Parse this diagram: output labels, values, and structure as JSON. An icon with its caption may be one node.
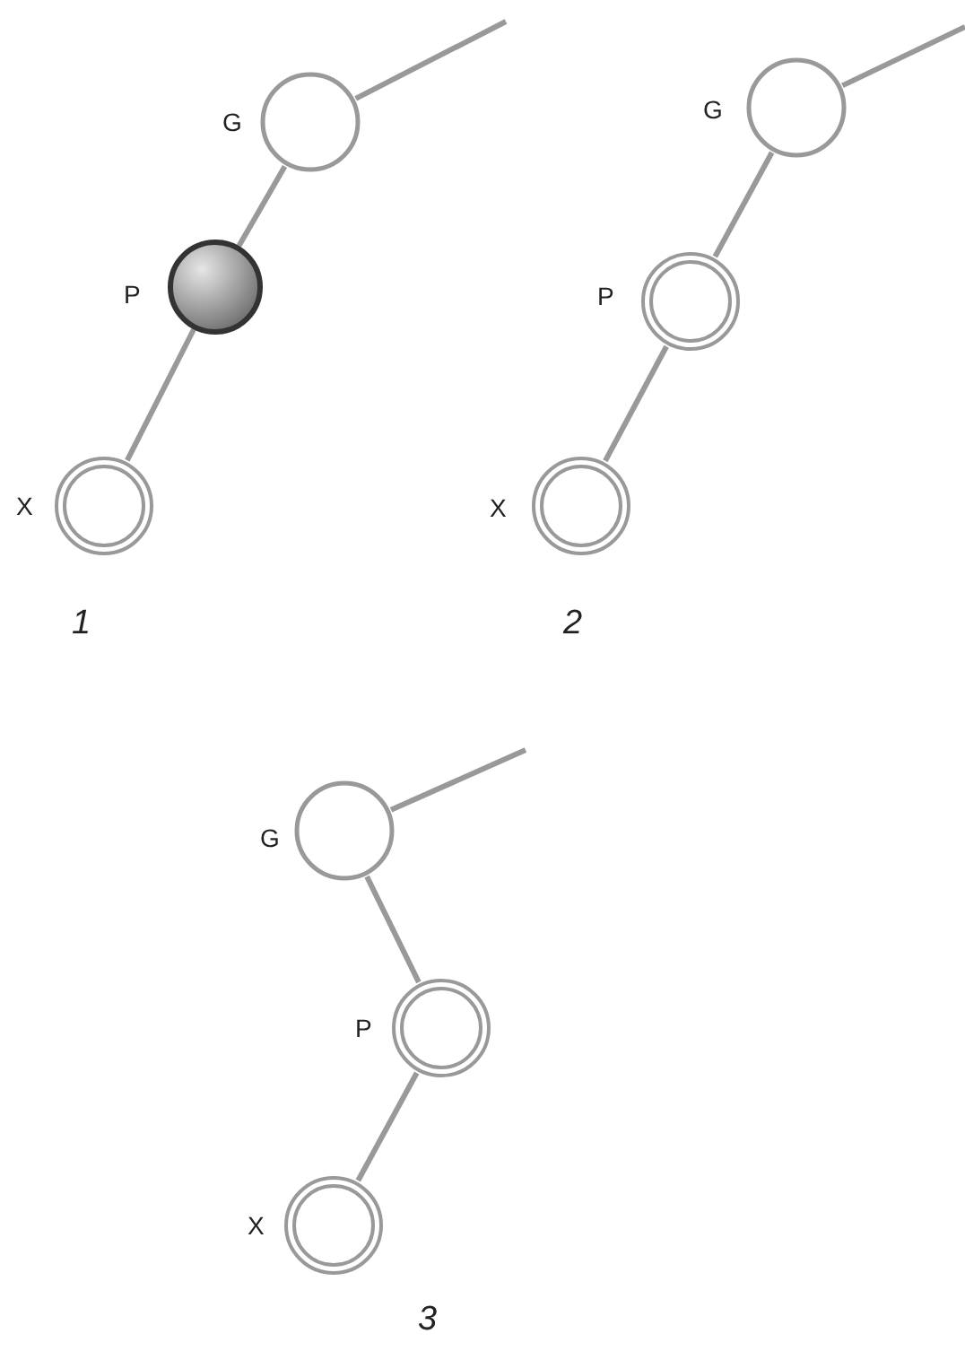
{
  "diagram": {
    "nodes": [
      {
        "text": [],
        "shape": "circle",
        "beside": [
          "G"
        ]
      },
      {
        "text": [],
        "shape": "circle",
        "beside": [
          "P"
        ]
      },
      {
        "text": [],
        "shape": "circle",
        "beside": [
          "X"
        ]
      },
      {
        "text": [],
        "shape": "circle",
        "beside": [
          "G"
        ]
      },
      {
        "text": [],
        "shape": "circle",
        "beside": [
          "P"
        ]
      },
      {
        "text": [],
        "shape": "circle",
        "beside": [
          "X"
        ]
      },
      {
        "text": [],
        "shape": "circle",
        "beside": [
          "G"
        ]
      },
      {
        "text": [],
        "shape": "circle",
        "beside": [
          "P"
        ]
      },
      {
        "text": [],
        "shape": "circle",
        "beside": [
          "X"
        ]
      }
    ],
    "edges": [
      {
        "from": 0,
        "to": null,
        "arrow": "none"
      },
      {
        "from": 0,
        "to": 1,
        "arrow": "none"
      },
      {
        "from": 1,
        "to": 2,
        "arrow": "none"
      },
      {
        "from": 3,
        "to": null,
        "arrow": "none"
      },
      {
        "from": 3,
        "to": 4,
        "arrow": "none"
      },
      {
        "from": 4,
        "to": 5,
        "arrow": "none"
      },
      {
        "from": 6,
        "to": null,
        "arrow": "none"
      },
      {
        "from": 6,
        "to": 7,
        "arrow": "none"
      },
      {
        "from": 7,
        "to": 8,
        "arrow": "none"
      }
    ],
    "labels": [
      "1",
      "2",
      "3"
    ]
  }
}
